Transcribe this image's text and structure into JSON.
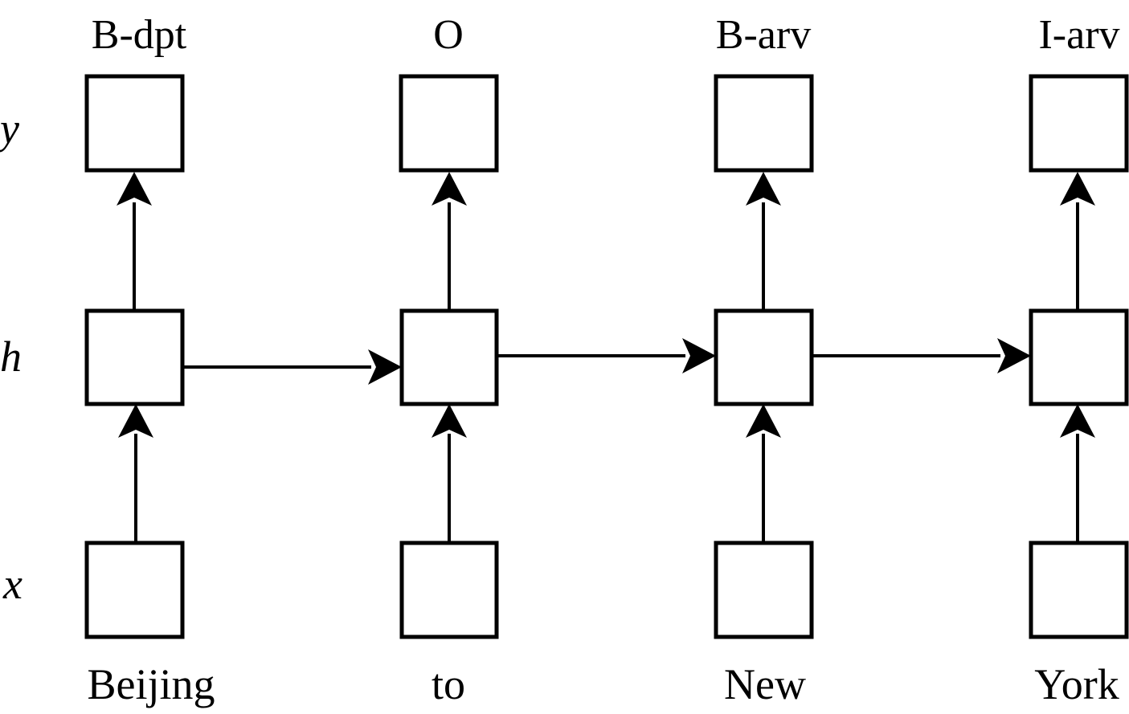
{
  "row_labels": {
    "y": "y",
    "h": "h",
    "x": "x"
  },
  "output_tags": [
    "B-dpt",
    "O",
    "B-arv",
    "I-arv"
  ],
  "input_words": [
    "Beijing",
    "to",
    "New",
    "York"
  ]
}
